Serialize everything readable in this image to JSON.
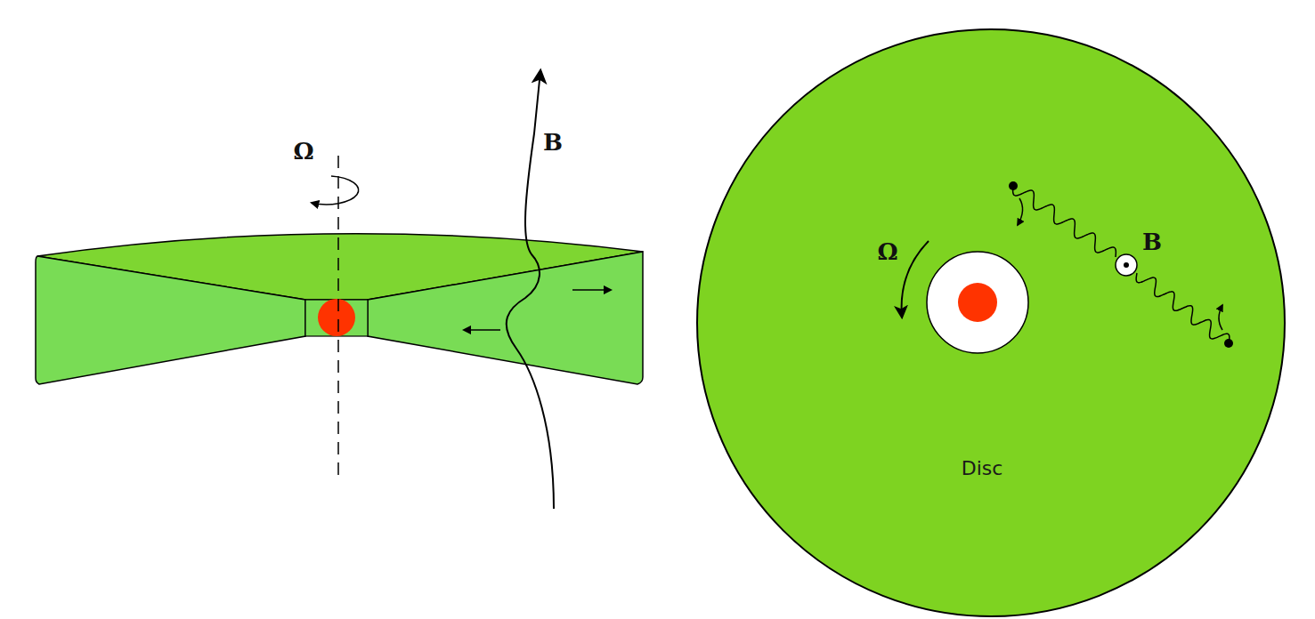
{
  "diagram": {
    "nodes": [
      {
        "text": [
          "Disc"
        ]
      }
    ],
    "labels": [
      "Ω",
      "B",
      "Ω",
      "B"
    ]
  }
}
